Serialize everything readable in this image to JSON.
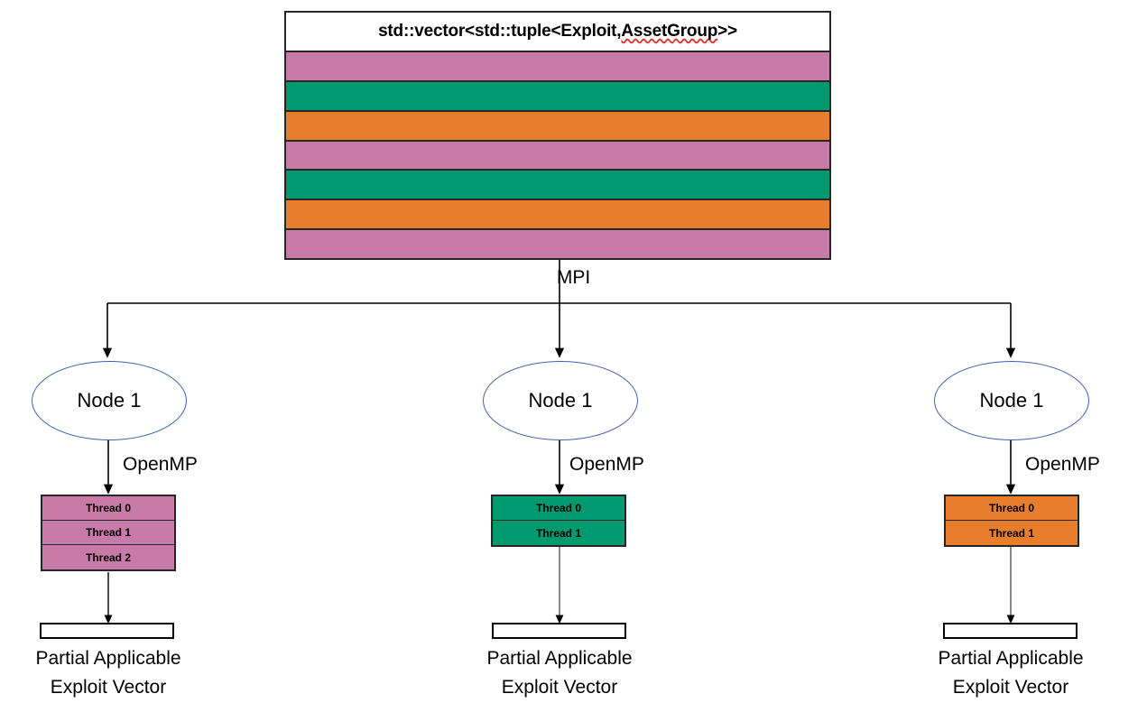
{
  "diagram": {
    "vector": {
      "title_prefix": "std::vector<std::tuple<Exploit, ",
      "title_flagged": "AssetGroup",
      "title_suffix": ">>",
      "title_full": "std::vector<std::tuple<Exploit, AssetGroup>>",
      "rows": [
        {
          "color_name": "pink",
          "color": "#C87BA8"
        },
        {
          "color_name": "green",
          "color": "#009A6E"
        },
        {
          "color_name": "orange",
          "color": "#E87D2C"
        },
        {
          "color_name": "pink",
          "color": "#C87BA8"
        },
        {
          "color_name": "green",
          "color": "#009A6E"
        },
        {
          "color_name": "orange",
          "color": "#E87D2C"
        },
        {
          "color_name": "pink",
          "color": "#C87BA8"
        }
      ]
    },
    "distribution_label": "MPI",
    "branches": [
      {
        "node_label": "Node 1",
        "parallel_label": "OpenMP",
        "thread_color": "#C87BA8",
        "threads": [
          "Thread 0",
          "Thread 1",
          "Thread 2"
        ],
        "output_caption_line1": "Partial Applicable",
        "output_caption_line2": "Exploit Vector"
      },
      {
        "node_label": "Node 1",
        "parallel_label": "OpenMP",
        "thread_color": "#009A6E",
        "threads": [
          "Thread 0",
          "Thread 1"
        ],
        "output_caption_line1": "Partial Applicable",
        "output_caption_line2": "Exploit Vector"
      },
      {
        "node_label": "Node 1",
        "parallel_label": "OpenMP",
        "thread_color": "#E87D2C",
        "threads": [
          "Thread 0",
          "Thread 1"
        ],
        "output_caption_line1": "Partial Applicable",
        "output_caption_line2": "Exploit Vector"
      }
    ],
    "colors": {
      "pink": "#C87BA8",
      "green": "#009A6E",
      "orange": "#E87D2C",
      "outline": "#262626",
      "ellipse_stroke": "#3f62a8",
      "connector": "#000000",
      "connector_gray": "#595959",
      "spell_underline": "#e03030",
      "background": "#ffffff"
    }
  }
}
